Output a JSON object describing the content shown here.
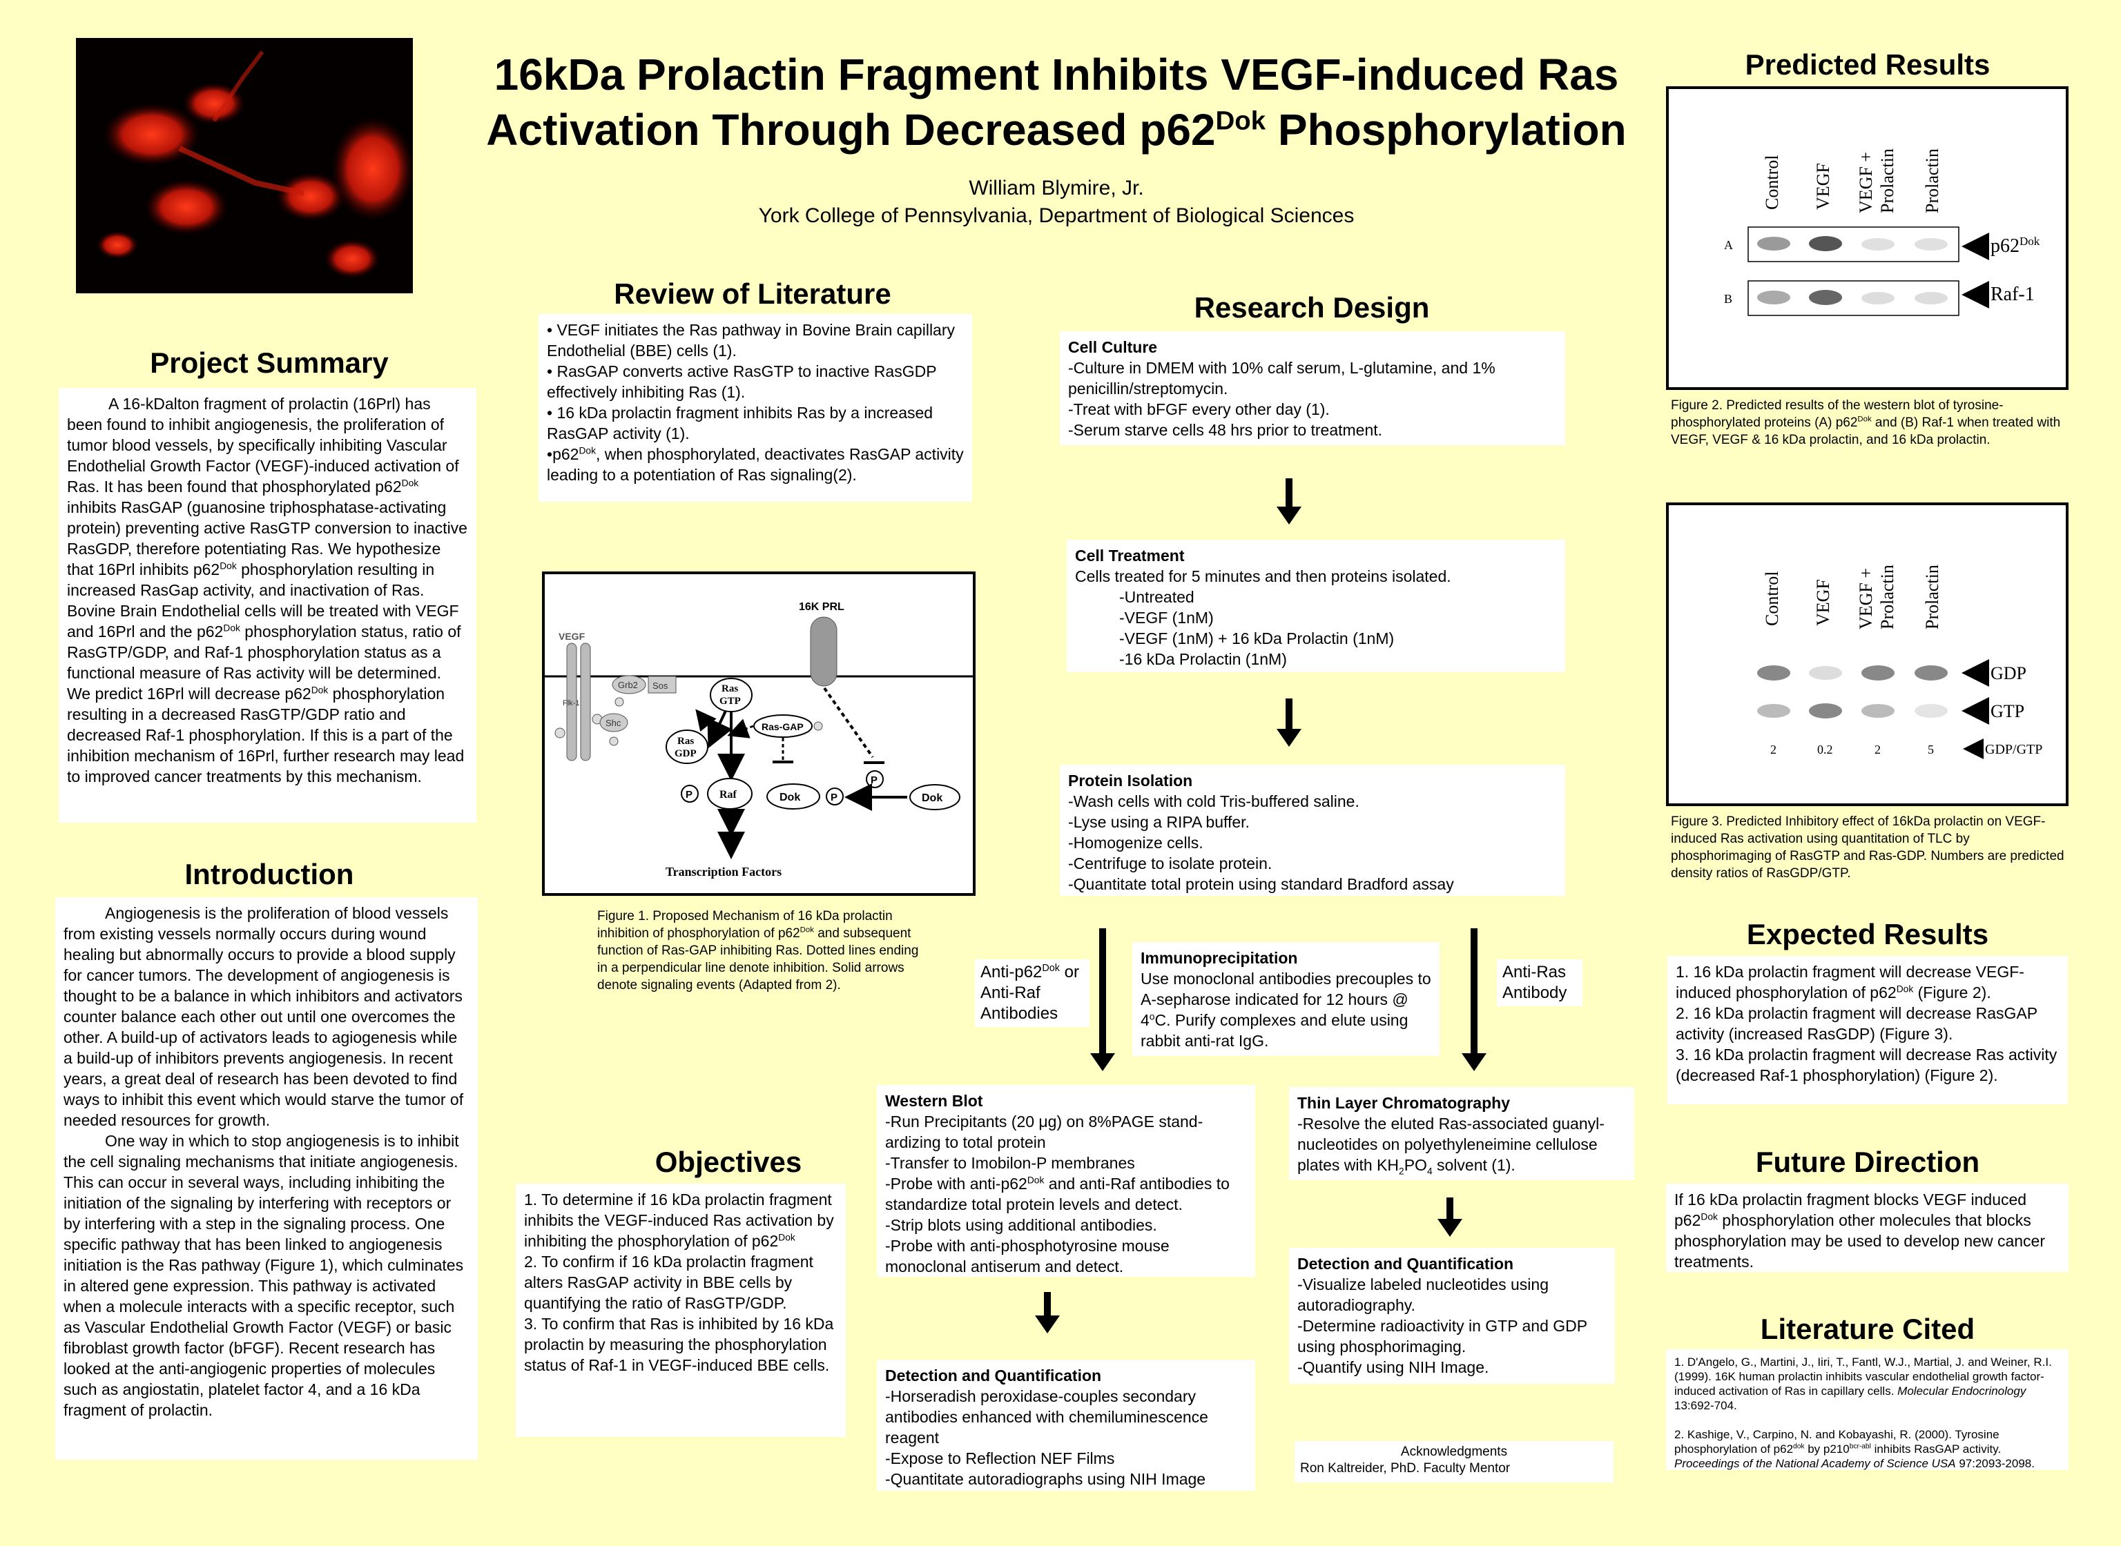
{
  "title": {
    "line1": "16kDa Prolactin Fragment Inhibits VEGF-induced Ras",
    "line2_pre": "Activation Through Decreased p62",
    "line2_sup": "Dok",
    "line2_post": " Phosphorylation"
  },
  "author": "William Blymire, Jr.",
  "affiliation": "York College of Pennsylvania, Department of Biological Sciences",
  "headings": {
    "project_summary": "Project Summary",
    "introduction": "Introduction",
    "review": "Review of  Literature",
    "objectives": "Objectives",
    "research_design": "Research Design",
    "predicted": "Predicted Results",
    "expected": "Expected Results",
    "future": "Future Direction",
    "literature": "Literature Cited"
  },
  "project_summary": {
    "s1": "A 16-kDalton fragment of prolactin (16Prl) has been found to inhibit angiogenesis, the proliferation of tumor blood vessels, by specifically inhibiting Vascular Endothelial Growth Factor (VEGF)-induced activation of Ras.  It has been found that phosphorylated p62",
    "s2": " inhibits RasGAP (guanosine triphosphatase-activating protein) preventing active RasGTP conversion to inactive RasGDP, therefore potentiating Ras.  We hypothesize that 16Prl inhibits p62",
    "s3": " phosphorylation resulting in increased RasGap activity, and inactivation of Ras.  Bovine Brain Endothelial cells will be treated with VEGF and 16Prl and the p62",
    "s4": " phosphorylation status, ratio of RasGTP/GDP, and Raf-1 phosphorylation status as a functional measure of Ras activity will be determined.  We predict 16Prl will decrease p62",
    "s5": " phosphorylation resulting in a decreased RasGTP/GDP ratio and decreased Raf-1 phosphorylation.  If this is a part of the inhibition mechanism of 16Prl, further research may lead to improved cancer treatments by this mechanism."
  },
  "dok": "Dok",
  "introduction": {
    "p1": "Angiogenesis is the proliferation of blood vessels from existing vessels normally occurs during wound healing but abnormally occurs to provide a blood supply for cancer tumors.  The  development of angiogenesis is thought to be a balance in which inhibitors and activators counter balance each other out until one overcomes the  other.  A build-up of activators leads to agiogenesis while a build-up  of inhibitors prevents angiogenesis.  In recent years, a great deal of  research has been devoted to find ways to inhibit  this event which would starve the tumor of needed resources for growth.",
    "p2": "One way in which to stop angiogenesis is to inhibit the cell signaling mechanisms that initiate angiogenesis.  This can occur in several ways, including inhibiting the initiation of the signaling by interfering with receptors or by interfering with a  step in the signaling process.  One specific pathway  that has been linked to angiogenesis initiation is the  Ras pathway (Figure 1), which culminates in altered gene expression.  This pathway is activated when a molecule interacts with a specific receptor, such as Vascular Endothelial Growth Factor (VEGF) or  basic fibroblast growth factor (bFGF).  Recent  research has looked at the anti-angiogenic  properties of molecules such as angiostatin, platelet  factor 4, and a 16 kDa fragment of prolactin."
  },
  "review": {
    "b1": "VEGF initiates the Ras pathway in Bovine Brain capillary Endothelial (BBE) cells (1).",
    "b2": "RasGAP converts active RasGTP to inactive RasGDP effectively inhibiting Ras (1).",
    "b3": "16 kDa prolactin fragment inhibits Ras by a increased RasGAP activity (1).",
    "b4_pre": "p62",
    "b4_post": ", when phosphorylated, deactivates RasGAP activity leading to a potentiation of Ras signaling(2).",
    "bullet": "•"
  },
  "figure1": {
    "labels": {
      "vegf": "VEGF",
      "flk": "Flk-1",
      "grb2": "Grb2",
      "sos": "Sos",
      "shc": "Shc",
      "ras_gtp1": "Ras",
      "ras_gtp2": "GTP",
      "ras_gdp1": "Ras",
      "ras_gdp2": "GDP",
      "rasgap": "Ras-GAP",
      "prl": "16K PRL",
      "raf": "Raf",
      "dok": "Dok",
      "p": "P",
      "tf": "Transcription Factors"
    },
    "caption_pre": "Figure 1.  Proposed Mechanism of 16 kDa prolactin inhibition of phosphorylation of p62",
    "caption_post": " and subsequent function of Ras-GAP inhibiting Ras.  Dotted lines ending in a perpendicular line denote inhibition.  Solid arrows denote signaling events (Adapted from 2)."
  },
  "objectives": {
    "o1_pre": "1.  To determine if 16 kDa prolactin fragment inhibits the VEGF-induced Ras activation by inhibiting the phosphorylation of p62",
    "o2": "2.  To confirm  if 16 kDa prolactin fragment alters RasGAP activity in BBE cells by quantifying the ratio of RasGTP/GDP.",
    "o3": "3.  To confirm that Ras is inhibited by 16 kDa  prolactin by measuring the phosphorylation  status of Raf-1 in VEGF-induced BBE cells."
  },
  "design": {
    "culture_title": "Cell Culture",
    "culture_lines": [
      "-Culture in DMEM with 10% calf serum, L-glutamine, and 1% penicillin/streptomycin.",
      "-Treat with bFGF every other day (1).",
      "-Serum starve cells 48 hrs prior to treatment."
    ],
    "treatment_title": "Cell Treatment",
    "treatment_intro": "Cells treated for 5 minutes and then proteins isolated.",
    "treatment_lines": [
      "-Untreated",
      "-VEGF (1nM)",
      "-VEGF (1nM) + 16 kDa Prolactin (1nM)",
      "-16 kDa Prolactin (1nM)"
    ],
    "isolation_title": "Protein Isolation",
    "isolation_lines": [
      "-Wash cells with cold Tris-buffered saline.",
      "-Lyse using a RIPA buffer.",
      "-Homogenize cells.",
      "-Centrifuge to isolate protein.",
      "-Quantitate total protein using standard Bradford assay"
    ],
    "ip_title": "Immunoprecipitation",
    "ip_text_pre": "Use monoclonal antibodies precouples to A-sepharose indicated for 12 hours @ 4",
    "ip_text_sup": "o",
    "ip_text_post": "C.  Purify complexes and elute using rabbit anti-rat IgG.",
    "anti_dok_pre": "Anti-p62",
    "anti_dok_post": "or Anti-Raf Antibodies",
    "anti_ras": "Anti-Ras Antibody",
    "wb_title": "Western Blot",
    "wb_l1": "-Run Precipitants (20 μg) on 8%PAGE stand-ardizing to total protein",
    "wb_l2": "-Transfer to Imobilon-P membranes",
    "wb_l3_pre": "-Probe with anti-p62",
    "wb_l3_post": " and anti-Raf antibodies to standardize total protein levels and detect.",
    "wb_l4": "-Strip blots using additional antibodies.",
    "wb_l5": "-Probe with anti-phosphotyrosine mouse monoclonal antiserum and detect.",
    "dq1_title": "Detection and Quantification",
    "dq1_lines": [
      "-Horseradish peroxidase-couples secondary antibodies enhanced with chemiluminescence reagent",
      "-Expose to Reflection NEF Films",
      "-Quantitate autoradiographs using NIH Image"
    ],
    "tlc_title": "Thin Layer Chromatography",
    "tlc_pre": "-Resolve the eluted Ras-associated guanyl-nucleotides on polyethyleneimine cellulose plates with KH",
    "tlc_sub1": "2",
    "tlc_mid": "PO",
    "tlc_sub2": "4",
    "tlc_post": " solvent (1).",
    "dq2_title": "Detection and Quantification",
    "dq2_lines": [
      "-Visualize labeled nucleotides using autoradiography.",
      "-Determine radioactivity in GTP and GDP using phosphorimaging.",
      "-Quantify using NIH Image."
    ],
    "ack_title": "Acknowledgments",
    "ack_text": "Ron Kaltreider, PhD. Faculty Mentor"
  },
  "figure2": {
    "cols": [
      "Control",
      "VEGF",
      "VEGF +",
      "Prolactin",
      "Prolactin"
    ],
    "row_a": "A",
    "row_b": "B",
    "label_a": "p62",
    "label_b": "Raf-1",
    "caption_pre": "Figure 2.  Predicted results of the western blot of tyrosine-phosphorylated proteins (A) p62",
    "caption_post": " and (B) Raf-1 when treated with VEGF, VEGF & 16 kDa prolactin, and 16 kDa prolactin."
  },
  "figure3": {
    "label_gdp": "GDP",
    "label_gtp": "GTP",
    "label_ratio": "GDP/GTP",
    "ratios": [
      "2",
      "0.2",
      "2",
      "5"
    ],
    "caption": "Figure 3.  Predicted Inhibitory effect of 16kDa prolactin on VEGF-induced Ras activation using quantitation of TLC by phosphorimaging of RasGTP and Ras-GDP.  Numbers are predicted density ratios of RasGDP/GTP."
  },
  "expected": {
    "e1_pre": "1.  16 kDa prolactin fragment will decrease VEGF-induced phosphorylation of p62",
    "e1_post": " (Figure 2).",
    "e2": "2. 16 kDa prolactin fragment will decrease RasGAP activity (increased RasGDP) (Figure 3).",
    "e3": "3. 16 kDa prolactin fragment will decrease Ras activity (decreased Raf-1 phosphorylation) (Figure 2)."
  },
  "future": {
    "pre": "If 16 kDa prolactin fragment blocks VEGF induced p62",
    "post": " phosphorylation other molecules that blocks phosphorylation may be used to develop new cancer treatments."
  },
  "literature": {
    "r1_pre": "1.  D'Angelo, G., Martini, J., Iiri, T., Fantl, W.J., Martial, J. and Weiner, R.I.  (1999).  16K human prolactin inhibits vascular endothelial growth factor-induced activation of Ras in capillary cells.  ",
    "r1_journal": "Molecular Endocrinology",
    "r1_post": " 13:692-704.",
    "r2_pre": "2.  Kashige, V., Carpino, N. and Kobayashi, R.  (2000).  Tyrosine phosphorylation of p62",
    "r2_sup1": "dok",
    "r2_mid": " by p210",
    "r2_sup2": "bcr-abl",
    "r2_post": " inhibits RasGAP activity.",
    "r2_journal": "Proceedings of the National Academy of Science USA",
    "r2_end": " 97:2093-2098."
  }
}
